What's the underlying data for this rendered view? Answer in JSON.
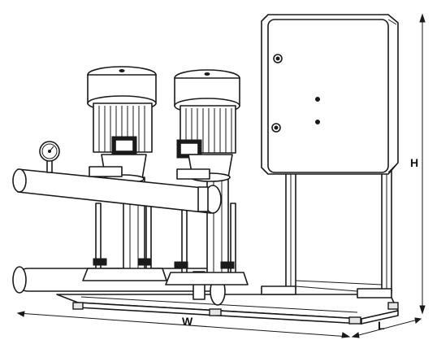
{
  "dimensions": {
    "width_label": "W",
    "length_label": "L",
    "height_label": "H"
  },
  "components": {
    "pumps": [
      "pump-1",
      "pump-2"
    ],
    "gauge_count": 1,
    "control_panel_screws": 2,
    "control_panel_indicators": 2
  }
}
